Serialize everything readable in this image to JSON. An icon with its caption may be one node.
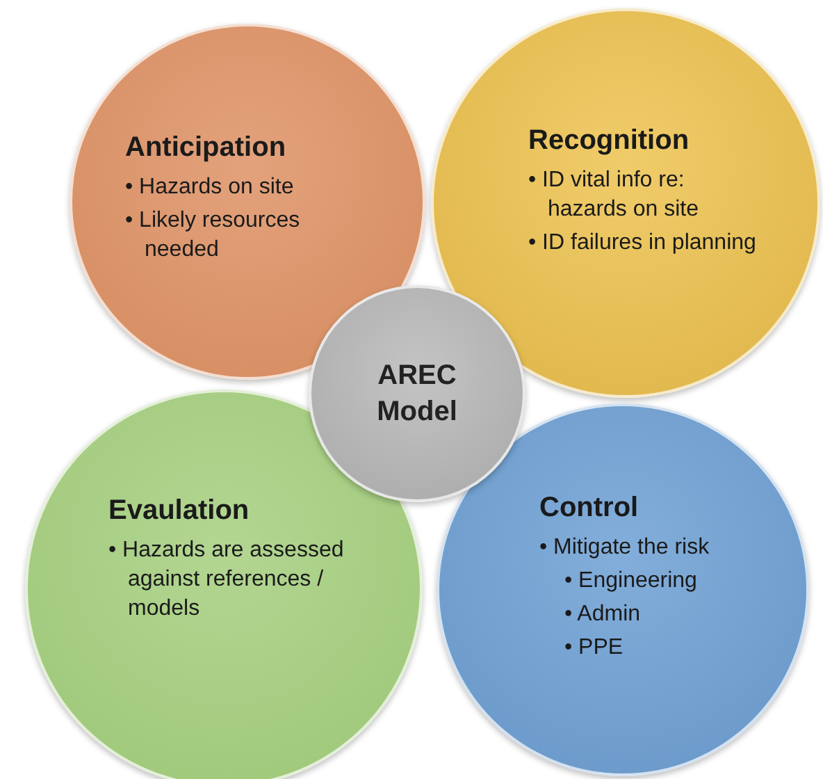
{
  "diagram": {
    "nodes": [
      {
        "text": [
          "Anticipation",
          "• Hazards on site",
          "• Likely resources needed"
        ]
      },
      {
        "text": [
          "Recognition",
          "• ID vital info re: hazards on site",
          "• ID failures in planning"
        ]
      },
      {
        "text": [
          "Evaulation",
          "• Hazards are assessed against references / models"
        ]
      },
      {
        "text": [
          "Control",
          "• Mitigate the risk",
          "• Engineering",
          "• Admin",
          "• PPE"
        ]
      },
      {
        "text": [
          "AREC Model"
        ]
      }
    ]
  }
}
